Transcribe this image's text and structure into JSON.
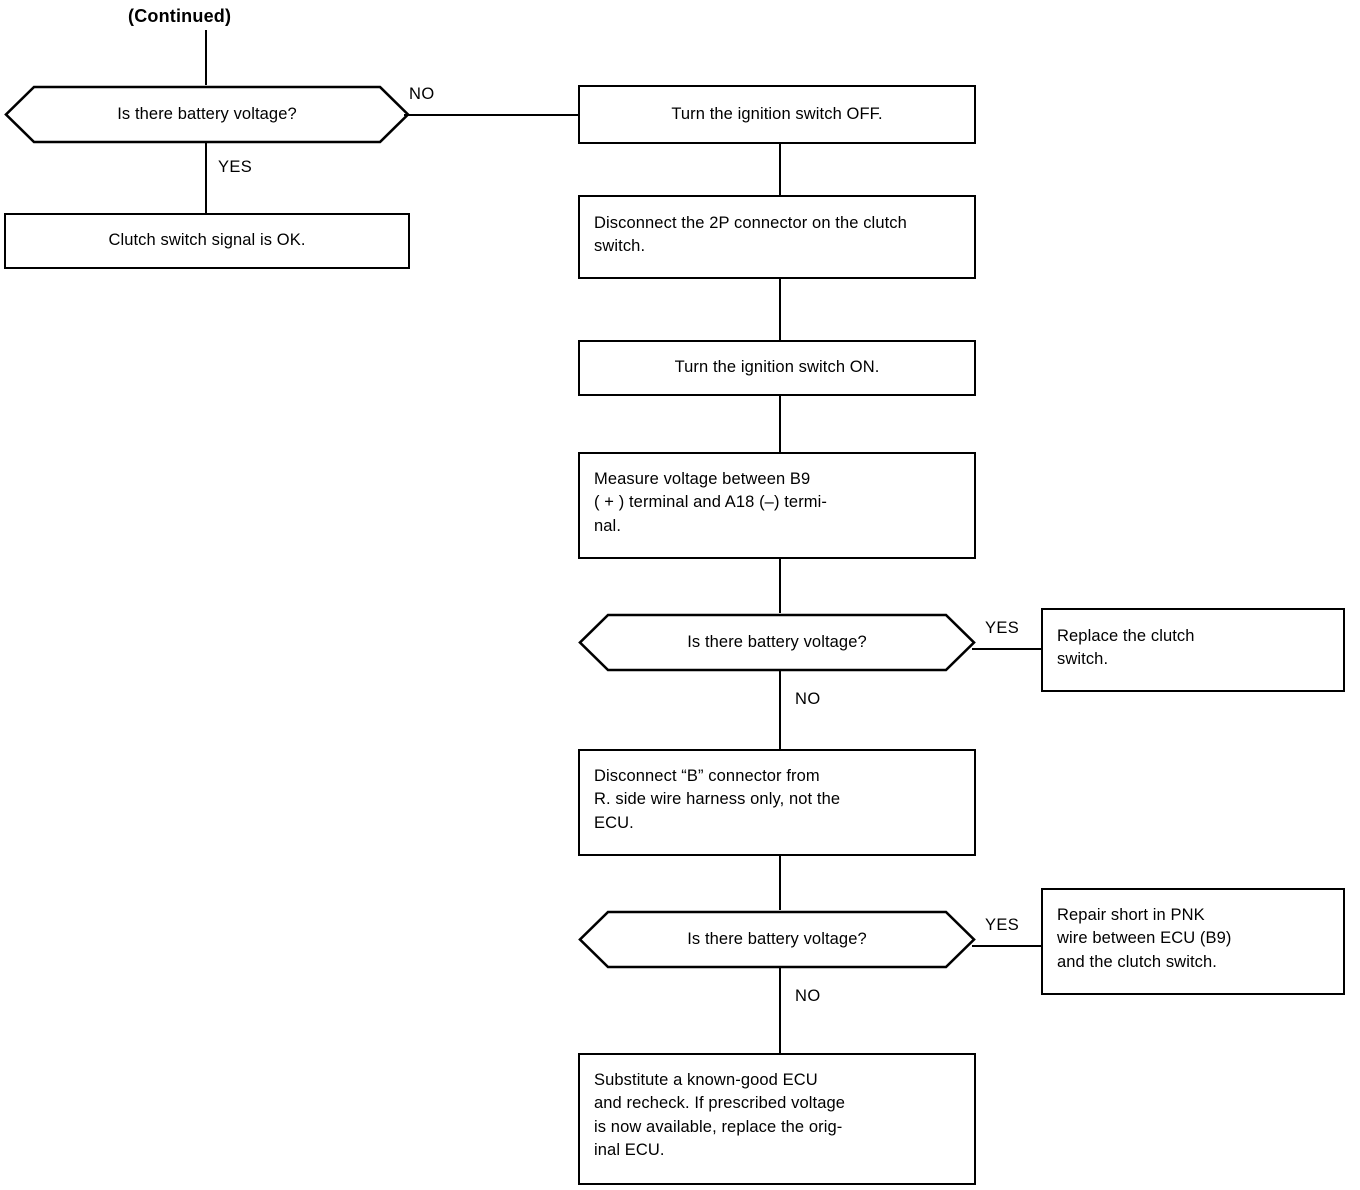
{
  "page": {
    "title": "(Continued)",
    "kind": "troubleshooting-flowchart"
  },
  "nodes": {
    "decision_1": {
      "label": "Is there battery voltage?",
      "shape": "hexagon"
    },
    "terminal_ok": {
      "label": "Clutch switch signal is OK.",
      "shape": "process"
    },
    "step_ign_off": {
      "label": "Turn the ignition switch OFF.",
      "shape": "process"
    },
    "step_disconnect_2p": {
      "label": "Disconnect the 2P connector on the clutch switch.",
      "shape": "process"
    },
    "step_ign_on": {
      "label": "Turn the ignition switch ON.",
      "shape": "process"
    },
    "step_measure": {
      "line1": "Measure   voltage   between   B9",
      "line2": "( + ) terminal and A18 (–) termi-",
      "line3": "nal.",
      "shape": "process"
    },
    "decision_2": {
      "label": "Is there battery voltage?",
      "shape": "hexagon"
    },
    "action_replace_switch": {
      "line1": "Replace       the       clutch",
      "line2": "switch.",
      "shape": "process"
    },
    "step_disconnect_b": {
      "line1": "Disconnect  “B”  connector  from",
      "line2": "R. side wire harness only, not the",
      "line3": "ECU.",
      "shape": "process"
    },
    "decision_3": {
      "label": "Is there battery voltage?",
      "shape": "hexagon"
    },
    "action_repair_short": {
      "line1": "Repair   short   in   PNK",
      "line2": "wire between ECU (B9)",
      "line3": "and the clutch switch.",
      "shape": "process"
    },
    "action_substitute_ecu": {
      "line1": "Substitute   a   known-good   ECU",
      "line2": "and recheck. If prescribed voltage",
      "line3": "is now available, replace the orig-",
      "line4": "inal ECU.",
      "shape": "process"
    }
  },
  "edges": {
    "d1_no": "NO",
    "d1_yes": "YES",
    "d2_yes": "YES",
    "d2_no": "NO",
    "d3_yes": "YES",
    "d3_no": "NO"
  },
  "style": {
    "ink": "#000000",
    "paper": "#ffffff"
  }
}
